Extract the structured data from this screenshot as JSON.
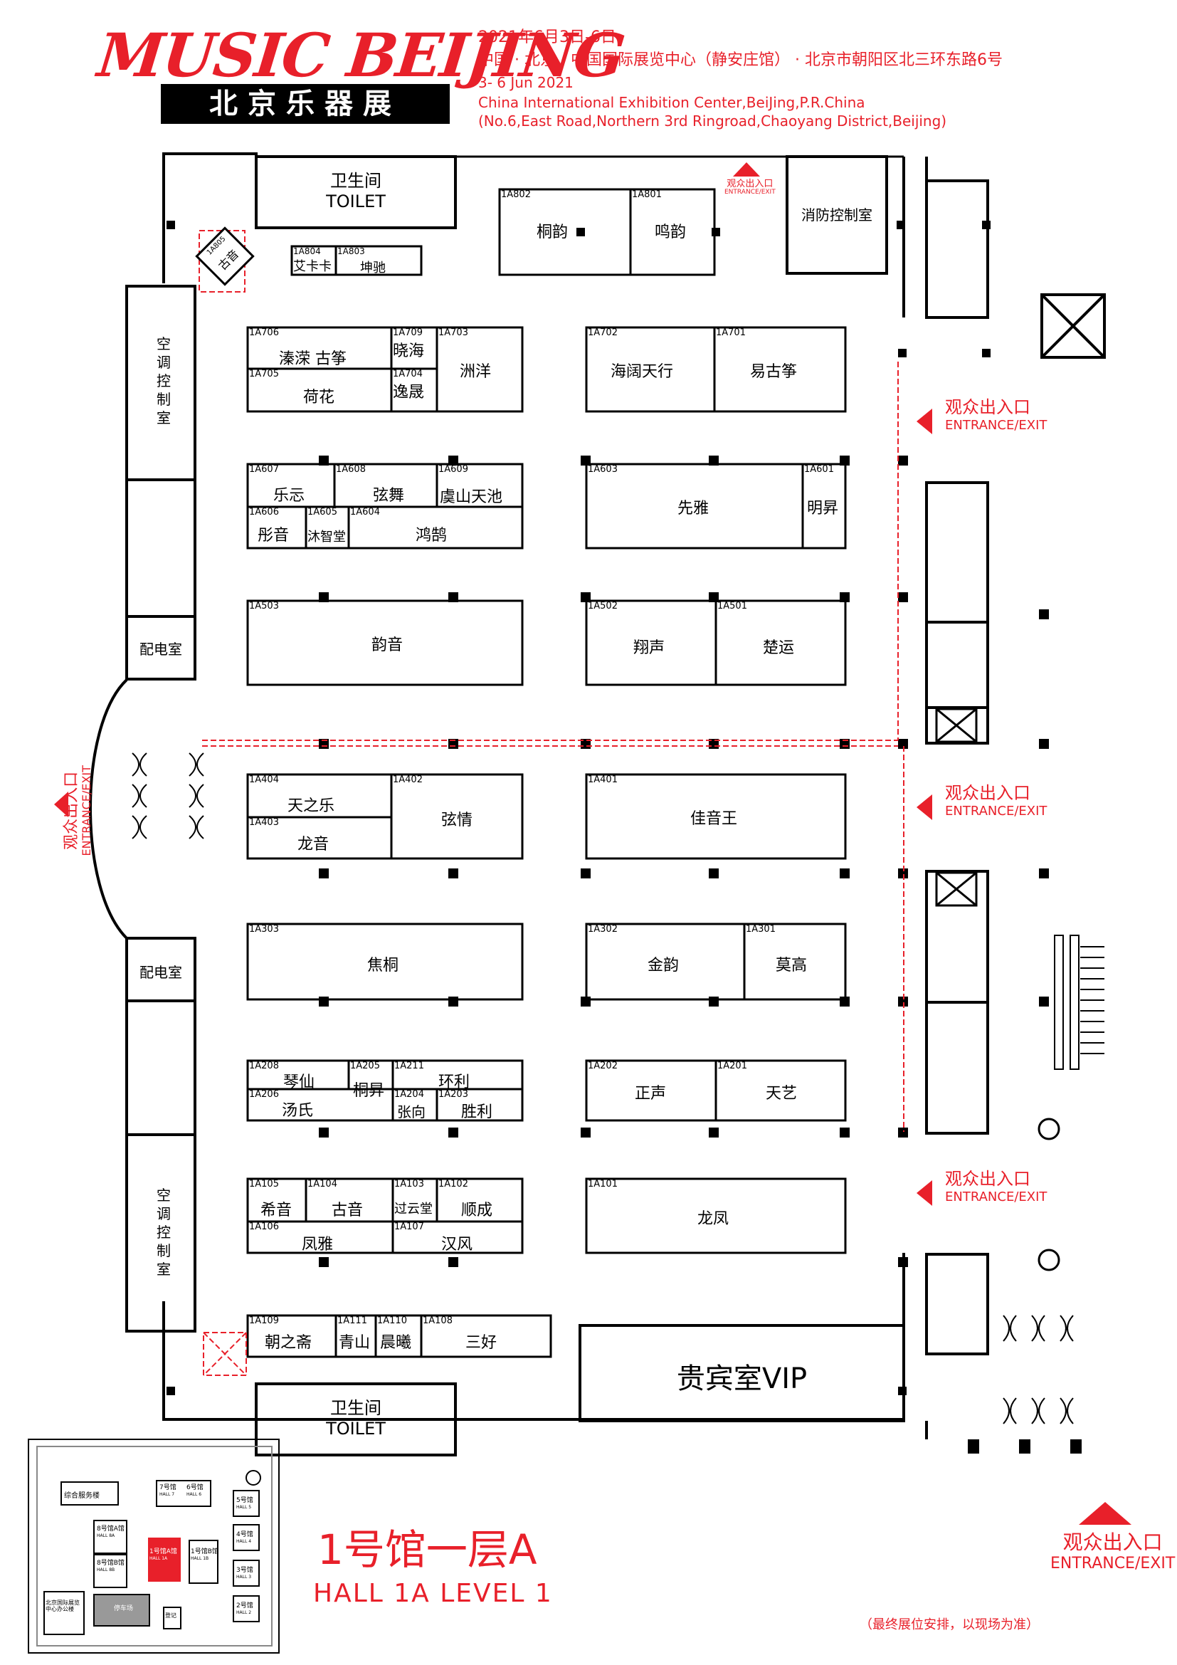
{
  "header": {
    "logo_en": "MUSIC BEIJING",
    "logo_cn": "北京乐器展",
    "date_cn": "2021年6月3日-6日",
    "venue_cn": "中国 · 北京 · 中国国际展览中心（静安庄馆） · 北京市朝阳区北三环东路6号",
    "date_en": "3- 6 Jun 2021",
    "venue_en": "China International Exhibition Center,BeiJing,P.R.China",
    "address_en": "(No.6,East Road,Northern 3rd Ringroad,Chaoyang District,Beijing)"
  },
  "facilities": {
    "toilet_cn": "卫生间",
    "toilet_en": "TOILET",
    "fire_control": "消防控制室",
    "ac_room": "空调控制室",
    "power_room": "配电室",
    "vip": "贵宾室VIP",
    "exit_cn": "观众出入口",
    "exit_en": "ENTRANCE/EXIT"
  },
  "booths": [
    {
      "id": "1A802",
      "name": "桐韵"
    },
    {
      "id": "1A801",
      "name": "鸣韵"
    },
    {
      "id": "1A804",
      "name": "艾卡卡"
    },
    {
      "id": "1A803",
      "name": "坤驰"
    },
    {
      "id": "1A805",
      "name": "古音"
    },
    {
      "id": "1A706",
      "name": "溱溁"
    },
    {
      "id": "1A705",
      "name": "荷花"
    },
    {
      "id": "1A709",
      "name": "晓海"
    },
    {
      "id": "1A704",
      "name": "逸晟"
    },
    {
      "id": "1A703",
      "name": "洲洋"
    },
    {
      "id": "1A702",
      "name": "海阔天行"
    },
    {
      "id": "1A701",
      "name": "易古筝"
    },
    {
      "id": "1A607",
      "name": "乐忈"
    },
    {
      "id": "1A608",
      "name": "弦舞"
    },
    {
      "id": "1A609",
      "name": "虞山天池"
    },
    {
      "id": "1A606",
      "name": "彤音"
    },
    {
      "id": "1A605",
      "name": "沐智堂"
    },
    {
      "id": "1A604",
      "name": "鸿鹄"
    },
    {
      "id": "1A603",
      "name": "先雅"
    },
    {
      "id": "1A601",
      "name": "明昇"
    },
    {
      "id": "1A503",
      "name": "韵音"
    },
    {
      "id": "1A502",
      "name": "翔声"
    },
    {
      "id": "1A501",
      "name": "楚运"
    },
    {
      "id": "1A404",
      "name": "天之乐"
    },
    {
      "id": "1A403",
      "name": "龙音"
    },
    {
      "id": "1A402",
      "name": "弦情"
    },
    {
      "id": "1A401",
      "name": "佳音王"
    },
    {
      "id": "1A303",
      "name": "焦桐"
    },
    {
      "id": "1A302",
      "name": "金韵"
    },
    {
      "id": "1A301",
      "name": "莫高"
    },
    {
      "id": "1A208",
      "name": "琴仙"
    },
    {
      "id": "1A206",
      "name": "汤氏"
    },
    {
      "id": "1A205",
      "name": "桐昇"
    },
    {
      "id": "1A211",
      "name": "环利"
    },
    {
      "id": "1A204",
      "name": "张向"
    },
    {
      "id": "1A203",
      "name": "胜利"
    },
    {
      "id": "1A202",
      "name": "正声"
    },
    {
      "id": "1A201",
      "name": "天艺"
    },
    {
      "id": "1A105",
      "name": "希音"
    },
    {
      "id": "1A104",
      "name": "古音"
    },
    {
      "id": "1A103",
      "name": "过云堂"
    },
    {
      "id": "1A102",
      "name": "顺成"
    },
    {
      "id": "1A106",
      "name": "凤雅"
    },
    {
      "id": "1A107",
      "name": "汉风"
    },
    {
      "id": "1A101",
      "name": "龙凤"
    },
    {
      "id": "1A109",
      "name": "朝之斋"
    },
    {
      "id": "1A111",
      "name": "青山"
    },
    {
      "id": "1A110",
      "name": "晨曦"
    },
    {
      "id": "1A108",
      "name": "三好"
    }
  ],
  "extras": {
    "booth_1a704_name_extra": "古筝"
  },
  "hall": {
    "title_cn": "1号馆一层A",
    "title_en": "HALL  1A  LEVEL  1",
    "note": "（最终展位安排，以现场为准）"
  },
  "mini_map": {
    "service": "综合服务楼",
    "halls": [
      {
        "cn": "7号馆",
        "en": "HALL 7"
      },
      {
        "cn": "6号馆",
        "en": "HALL 6"
      },
      {
        "cn": "5号馆",
        "en": "HALL 5"
      },
      {
        "cn": "4号馆",
        "en": "HALL 4"
      },
      {
        "cn": "3号馆",
        "en": "HALL 3"
      },
      {
        "cn": "2号馆",
        "en": "HALL 2"
      },
      {
        "cn": "8号馆A馆",
        "en": "HALL 8A"
      },
      {
        "cn": "8号馆B馆",
        "en": "HALL 8B"
      },
      {
        "cn": "1号馆A馆",
        "en": "HALL 1A"
      },
      {
        "cn": "1号馆B馆",
        "en": "HALL 1B"
      }
    ],
    "office": "北京国际展览中心办公楼",
    "parking": "停车场",
    "gate": "登记"
  },
  "colors": {
    "accent": "#e8202a",
    "line": "#000000",
    "highlight": "#e8202a"
  }
}
